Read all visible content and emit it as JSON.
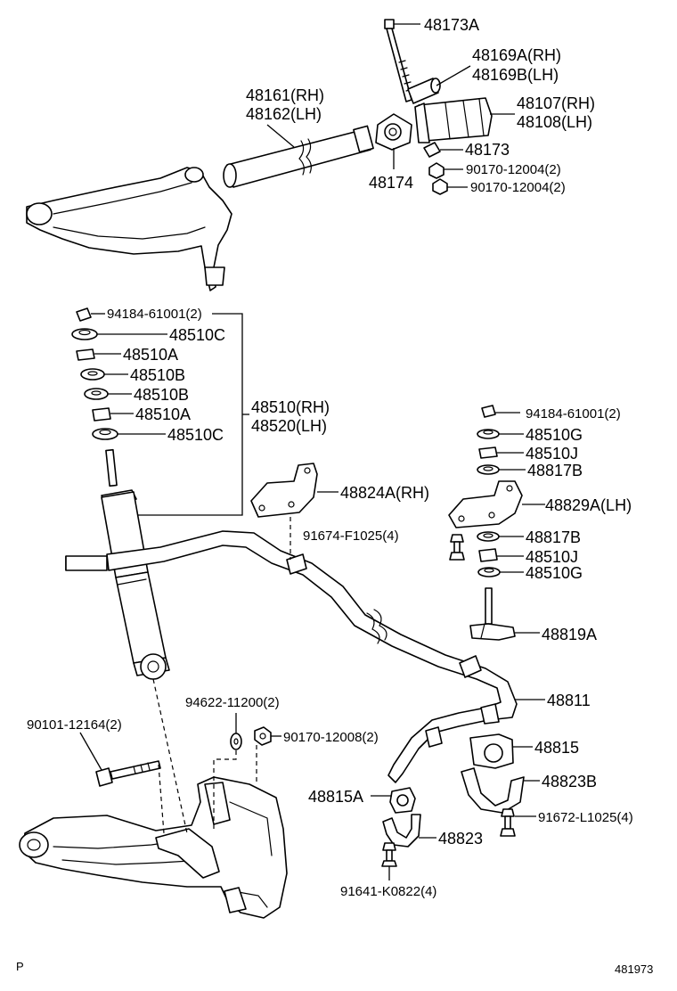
{
  "labels": {
    "p48173A": "48173A",
    "p48169A": "48169A(RH)",
    "p48169B": "48169B(LH)",
    "p48161": "48161(RH)",
    "p48162": "48162(LH)",
    "p48107": "48107(RH)",
    "p48108": "48108(LH)",
    "p48173": "48173",
    "p48174": "48174",
    "p90170_12004_a": "90170-12004(2)",
    "p90170_12004_b": "90170-12004(2)",
    "p94184_left": "94184-61001(2)",
    "p48510C_top": "48510C",
    "p48510A_top": "48510A",
    "p48510B_top": "48510B",
    "p48510B_bot": "48510B",
    "p48510A_bot": "48510A",
    "p48510C_bot": "48510C",
    "p48510RH": "48510(RH)",
    "p48520LH": "48520(LH)",
    "p94184_right": "94184-61001(2)",
    "p48510G_top": "48510G",
    "p48510J_top": "48510J",
    "p48817B_top": "48817B",
    "p48824A": "48824A(RH)",
    "p48829A": "48829A(LH)",
    "p91674": "91674-F1025(4)",
    "p48817B_bot": "48817B",
    "p48510J_bot": "48510J",
    "p48510G_bot": "48510G",
    "p48819A": "48819A",
    "p48811": "48811",
    "p94622": "94622-11200(2)",
    "p90101": "90101-12164(2)",
    "p90170_12008": "90170-12008(2)",
    "p48815": "48815",
    "p48815A": "48815A",
    "p48823B": "48823B",
    "p91672": "91672-L1025(4)",
    "p48823": "48823",
    "p91641": "91641-K0822(4)",
    "corner_left": "P",
    "corner_right": "481973"
  }
}
